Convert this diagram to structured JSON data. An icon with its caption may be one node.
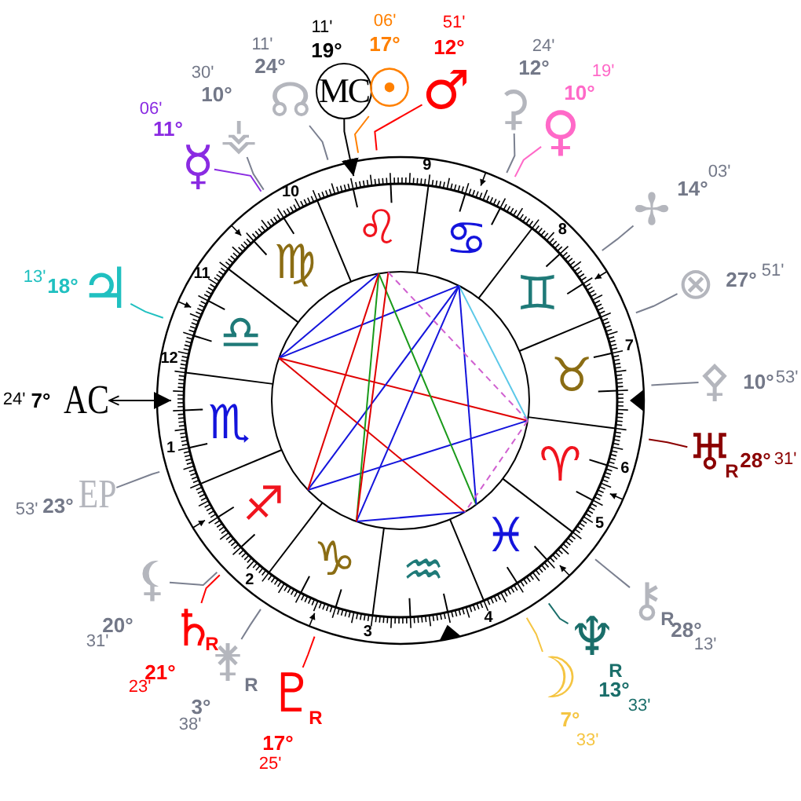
{
  "diagram": {
    "nodes": [
      {
        "text": [
          "MC"
        ],
        "beside": [
          "19°",
          "11'"
        ]
      },
      {
        "text": [
          "☉"
        ],
        "beside": [
          "17°",
          "06'"
        ]
      },
      {
        "text": [
          "♂"
        ],
        "beside": [
          "12°",
          "51'"
        ]
      },
      {
        "text": [
          "☊"
        ],
        "beside": [
          "24°",
          "11'"
        ]
      },
      {
        "text": [
          "⚳"
        ],
        "beside": [
          "12°",
          "24'"
        ]
      },
      {
        "text": [
          "⚶"
        ],
        "beside": [
          "10°",
          "30'"
        ]
      },
      {
        "text": [
          "♀"
        ],
        "beside": [
          "10°",
          "19'"
        ]
      },
      {
        "text": [
          "☿"
        ],
        "beside": [
          "11°",
          "06'"
        ]
      },
      {
        "text": [
          "✢"
        ],
        "beside": [
          "14°",
          "03'"
        ]
      },
      {
        "text": [
          "♃"
        ],
        "beside": [
          "18°",
          "13'"
        ]
      },
      {
        "text": [
          "⊗"
        ],
        "beside": [
          "27°",
          "51'"
        ]
      },
      {
        "text": [
          "AC"
        ],
        "beside": [
          "7°",
          "24'"
        ]
      },
      {
        "text": [
          "⚴"
        ],
        "beside": [
          "10°",
          "53'"
        ]
      },
      {
        "text": [
          "♅"
        ],
        "beside": [
          "R",
          "28°",
          "31'"
        ]
      },
      {
        "text": [
          "EP"
        ],
        "beside": [
          "23°",
          "53'"
        ]
      },
      {
        "text": [
          "⚸"
        ],
        "beside": [
          "20°",
          "31'"
        ]
      },
      {
        "text": [
          "♄"
        ],
        "beside": [
          "R",
          "21°",
          "23'"
        ]
      },
      {
        "text": [
          "⚷"
        ],
        "beside": [
          "R",
          "28°",
          "13'"
        ]
      },
      {
        "text": [
          "⚵"
        ],
        "beside": [
          "R",
          "3°",
          "38'"
        ]
      },
      {
        "text": [
          "♆"
        ],
        "beside": [
          "R",
          "13°",
          "33'"
        ]
      },
      {
        "text": [
          "☽"
        ],
        "beside": [
          "7°",
          "33'"
        ]
      },
      {
        "text": [
          "♇"
        ],
        "beside": [
          "R",
          "17°",
          "25'"
        ]
      }
    ],
    "edges": [
      {
        "from": 0,
        "to": null,
        "arrow": "to",
        "color": "#000000"
      },
      {
        "from": 1,
        "to": null,
        "arrow": "none",
        "color": "#ff8000"
      },
      {
        "from": 2,
        "to": null,
        "arrow": "none",
        "color": "#ff0000"
      },
      {
        "from": 3,
        "to": null,
        "arrow": "none"
      },
      {
        "from": 4,
        "to": null,
        "arrow": "none"
      },
      {
        "from": 5,
        "to": null,
        "arrow": "none"
      },
      {
        "from": 6,
        "to": null,
        "arrow": "none",
        "color": "#ff69c8"
      },
      {
        "from": 7,
        "to": null,
        "arrow": "none",
        "color": "#8a2be2"
      },
      {
        "from": 8,
        "to": null,
        "arrow": "none"
      },
      {
        "from": 9,
        "to": null,
        "arrow": "none",
        "color": "#20c0c0"
      },
      {
        "from": 10,
        "to": null,
        "arrow": "none"
      },
      {
        "from": null,
        "to": 11,
        "arrow": "both",
        "color": "#000000"
      },
      {
        "from": 12,
        "to": null,
        "arrow": "none"
      },
      {
        "from": 13,
        "to": null,
        "arrow": "none",
        "color": "#8b0000"
      },
      {
        "from": 14,
        "to": null,
        "arrow": "none"
      },
      {
        "from": 15,
        "to": null,
        "arrow": "none"
      },
      {
        "from": 16,
        "to": null,
        "arrow": "none",
        "color": "#ff0000"
      },
      {
        "from": 17,
        "to": null,
        "arrow": "none"
      },
      {
        "from": 18,
        "to": null,
        "arrow": "none"
      },
      {
        "from": 19,
        "to": null,
        "arrow": "none",
        "color": "#1a6e6a"
      },
      {
        "from": 20,
        "to": null,
        "arrow": "none",
        "color": "#f5c542"
      },
      {
        "from": 21,
        "to": null,
        "arrow": "none",
        "color": "#ff0000"
      }
    ],
    "labels": [
      "♌",
      "♋",
      "♍",
      "♊",
      "♎",
      "♉",
      "♏",
      "♈",
      "♐",
      "♓",
      "♑",
      "♒",
      "9",
      "10",
      "8",
      "11",
      "12",
      "7",
      "6",
      "1",
      "5",
      "2",
      "4",
      "3"
    ]
  }
}
